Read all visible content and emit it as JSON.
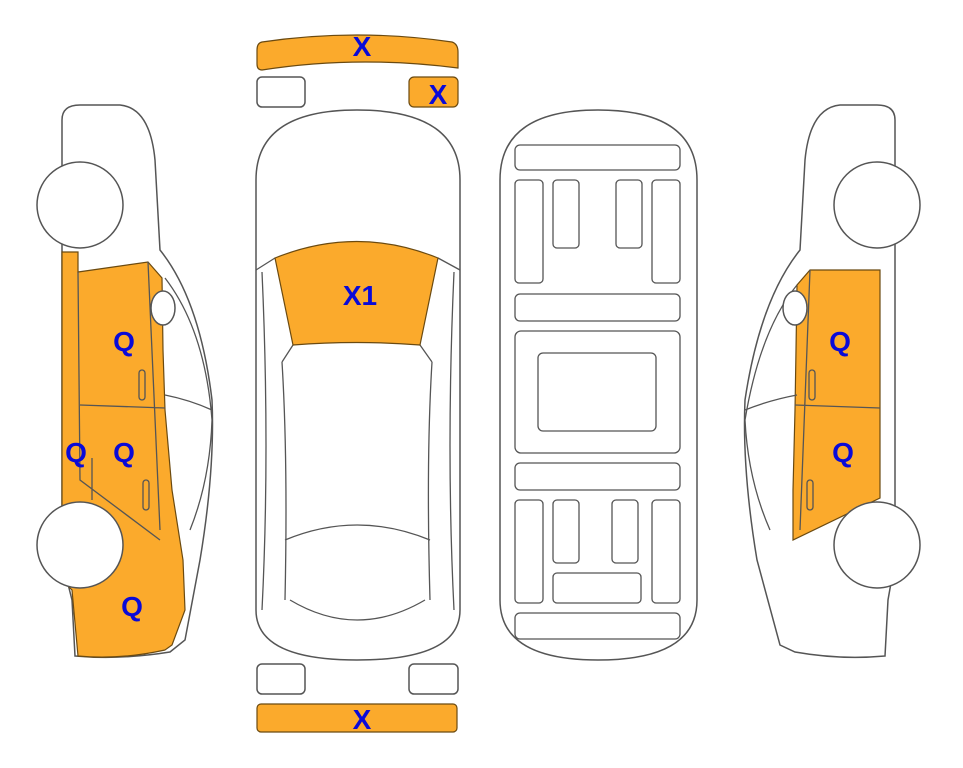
{
  "diagram": {
    "title": "Vehicle damage diagram",
    "colors": {
      "damaged": "#FBAA2C",
      "outline": "#555555",
      "label": "#0A0AD8"
    },
    "marks": {
      "front_bumper": "X",
      "front_right_light": "X",
      "windshield": "X1",
      "left_front_door": "Q",
      "left_rear_door": "Q",
      "left_sill": "Q",
      "left_rear_quarter": "Q",
      "right_front_door": "Q",
      "right_rear_door": "Q",
      "rear_bumper": "X"
    }
  }
}
